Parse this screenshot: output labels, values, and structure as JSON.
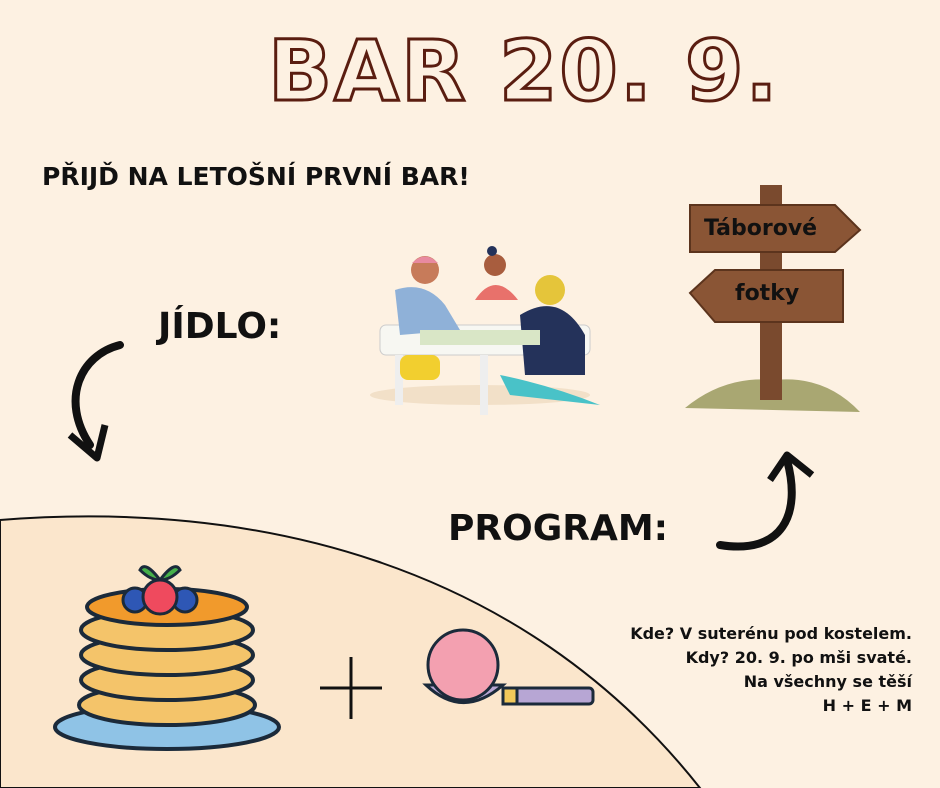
{
  "title": "BAR 20. 9.",
  "subtitle": "PŘIJĎ NA LETOŠNÍ PRVNÍ BAR!",
  "food_label": "JÍDLO:",
  "program_label": "PROGRAM:",
  "signpost": {
    "top": "Táborové",
    "bottom": "fotky"
  },
  "info": {
    "where": "Kde? V suterénu pod kostelem.",
    "when": "Kdy? 20. 9. po mši svaté.",
    "greeting": "Na všechny se těší",
    "signature": "H + E + M"
  },
  "colors": {
    "background": "#fdf1e2",
    "lower_area": "#fbe6cc",
    "title_stroke": "#5a1d10"
  }
}
